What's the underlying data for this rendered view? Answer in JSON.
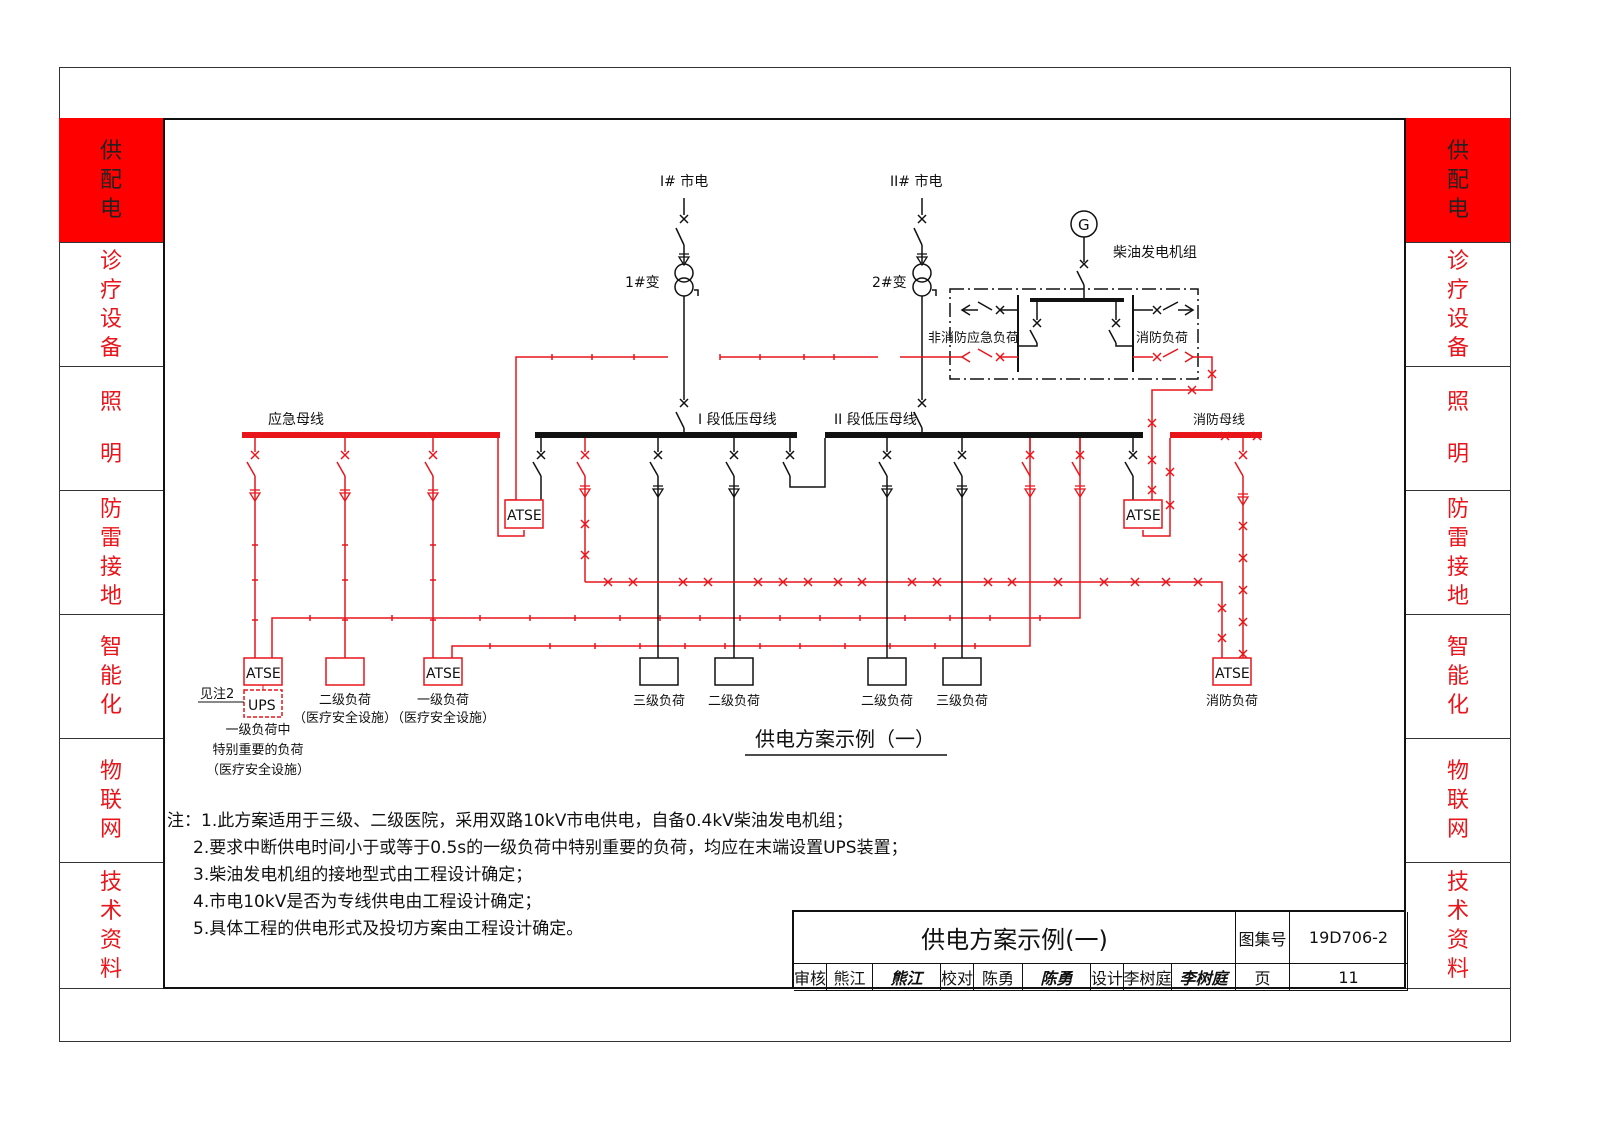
{
  "side_tabs": [
    {
      "label": "供配电",
      "active": true
    },
    {
      "label": "诊疗设备",
      "active": false
    },
    {
      "label": "照明",
      "active": false
    },
    {
      "label": "防雷接地",
      "active": false
    },
    {
      "label": "智能化",
      "active": false
    },
    {
      "label": "物联网",
      "active": false
    },
    {
      "label": "技术资料",
      "active": false
    }
  ],
  "diagram": {
    "sources": {
      "grid1": "I# 市电",
      "grid2": "II# 市电",
      "transformer1": "1#变",
      "transformer2": "2#变",
      "generator_symbol": "G",
      "generator": "柴油发电机组",
      "non_fire_emergency_load": "非消防应急负荷",
      "fire_load_gen": "消防负荷"
    },
    "buses": {
      "emergency_bus": "应急母线",
      "lv_bus_1": "I 段低压母线",
      "lv_bus_2": "II 段低压母线",
      "fire_bus": "消防母线"
    },
    "atse_label": "ATSE",
    "ups_label": "UPS",
    "see_note": "见注2",
    "loads": [
      {
        "label": "一级负荷中\n特别重要的负荷\n（医疗安全设施）"
      },
      {
        "label": "二级负荷\n（医疗安全设施）"
      },
      {
        "label": "一级负荷\n（医疗安全设施）"
      },
      {
        "label": "三级负荷"
      },
      {
        "label": "二级负荷"
      },
      {
        "label": "二级负荷"
      },
      {
        "label": "三级负荷"
      },
      {
        "label": "消防负荷"
      }
    ],
    "caption": "供电方案示例（一）",
    "colors": {
      "emergency": "#e8151b",
      "normal": "#111111",
      "tab_active": "#ff0000"
    }
  },
  "notes": [
    "注：1.此方案适用于三级、二级医院，采用双路10kV市电供电，自备0.4kV柴油发电机组；",
    "2.要求中断供电时间小于或等于0.5s的一级负荷中特别重要的负荷，均应在末端设置UPS装置；",
    "3.柴油发电机组的接地型式由工程设计确定；",
    "4.市电10kV是否为专线供电由工程设计确定；",
    "5.具体工程的供电形式及投切方案由工程设计确定。"
  ],
  "title_block": {
    "title": "供电方案示例(一)",
    "atlas_no_label": "图集号",
    "atlas_no": "19D706-2",
    "review_label": "审核",
    "reviewer": "熊江",
    "reviewer_sig": "熊江",
    "check_label": "校对",
    "checker": "陈勇",
    "checker_sig": "陈勇",
    "design_label": "设计",
    "designer": "李树庭",
    "designer_sig": "李树庭",
    "page_label": "页",
    "page": "11"
  }
}
